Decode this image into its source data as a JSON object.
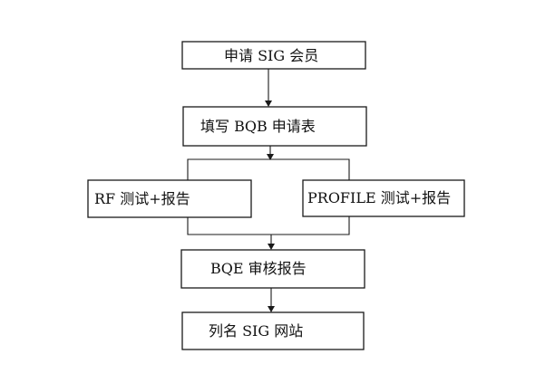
{
  "flowchart": {
    "steps": {
      "apply_membership": "申请 SIG 会员",
      "fill_bqb_form": "填写 BQB 申请表",
      "rf_test_report": "RF 测试+报告",
      "profile_test_report": "PROFILE 测试+报告",
      "bqe_review_report": "BQE 审核报告",
      "listed_on_sig_site": "列名 SIG 网站"
    }
  },
  "colors": {
    "line": "#1a1a1a",
    "box_fill": "#ffffff",
    "text": "#111111"
  }
}
